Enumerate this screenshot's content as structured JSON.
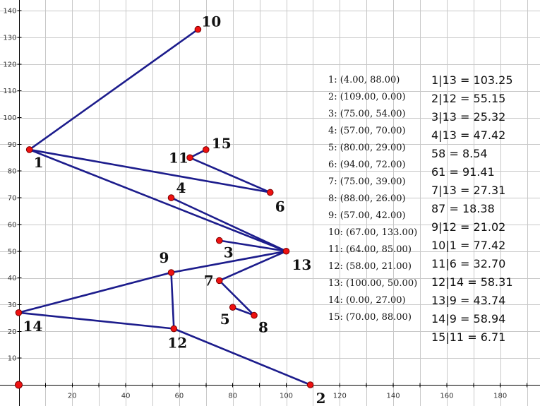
{
  "chart_data": {
    "type": "scatter",
    "x_ticks": [
      20,
      40,
      60,
      80,
      100,
      120,
      140,
      160,
      180
    ],
    "y_ticks": [
      10,
      20,
      30,
      40,
      50,
      60,
      70,
      80,
      90,
      100,
      110,
      120,
      130,
      140
    ],
    "xlim": [
      -7,
      194
    ],
    "ylim": [
      -8,
      143
    ],
    "grid": true,
    "points": [
      {
        "id": "1",
        "x": 4,
        "y": 88
      },
      {
        "id": "2",
        "x": 109,
        "y": 0
      },
      {
        "id": "3",
        "x": 75,
        "y": 54
      },
      {
        "id": "4",
        "x": 57,
        "y": 70
      },
      {
        "id": "5",
        "x": 80,
        "y": 29
      },
      {
        "id": "6",
        "x": 94,
        "y": 72
      },
      {
        "id": "7",
        "x": 75,
        "y": 39
      },
      {
        "id": "8",
        "x": 88,
        "y": 26
      },
      {
        "id": "9",
        "x": 57,
        "y": 42
      },
      {
        "id": "10",
        "x": 67,
        "y": 133
      },
      {
        "id": "11",
        "x": 64,
        "y": 85
      },
      {
        "id": "12",
        "x": 58,
        "y": 21
      },
      {
        "id": "13",
        "x": 100,
        "y": 50
      },
      {
        "id": "14",
        "x": 0,
        "y": 27
      },
      {
        "id": "15",
        "x": 70,
        "y": 88
      }
    ],
    "edges": [
      [
        "1",
        "10"
      ],
      [
        "1",
        "6"
      ],
      [
        "1",
        "13"
      ],
      [
        "4",
        "13"
      ],
      [
        "3",
        "13"
      ],
      [
        "7",
        "13"
      ],
      [
        "9",
        "13"
      ],
      [
        "7",
        "8"
      ],
      [
        "5",
        "8"
      ],
      [
        "9",
        "12"
      ],
      [
        "9",
        "14"
      ],
      [
        "14",
        "12"
      ],
      [
        "12",
        "2"
      ],
      [
        "11",
        "15"
      ],
      [
        "11",
        "6"
      ]
    ],
    "coordinates": [
      "1: (4.00, 88.00)",
      "2: (109.00, 0.00)",
      "3: (75.00, 54.00)",
      "4: (57.00, 70.00)",
      "5: (80.00, 29.00)",
      "6: (94.00, 72.00)",
      "7: (75.00, 39.00)",
      "8: (88.00, 26.00)",
      "9: (57.00, 42.00)",
      "10: (67.00, 133.00)",
      "11: (64.00, 85.00)",
      "12: (58.00, 21.00)",
      "13: (100.00, 50.00)",
      "14: (0.00, 27.00)",
      "15: (70.00, 88.00)"
    ],
    "distances": [
      "1|13 = 103.25",
      "2|12 = 55.15",
      "3|13 = 25.32",
      "4|13 = 47.42",
      "58 = 8.54",
      "61 = 91.41",
      "7|13 = 27.31",
      "87 = 18.38",
      "9|12 = 21.02",
      "10|1 = 77.42",
      "11|6 = 32.70",
      "12|14 = 58.31",
      "13|9 = 43.74",
      "14|9 = 58.94",
      "15|11 = 6.71"
    ]
  }
}
